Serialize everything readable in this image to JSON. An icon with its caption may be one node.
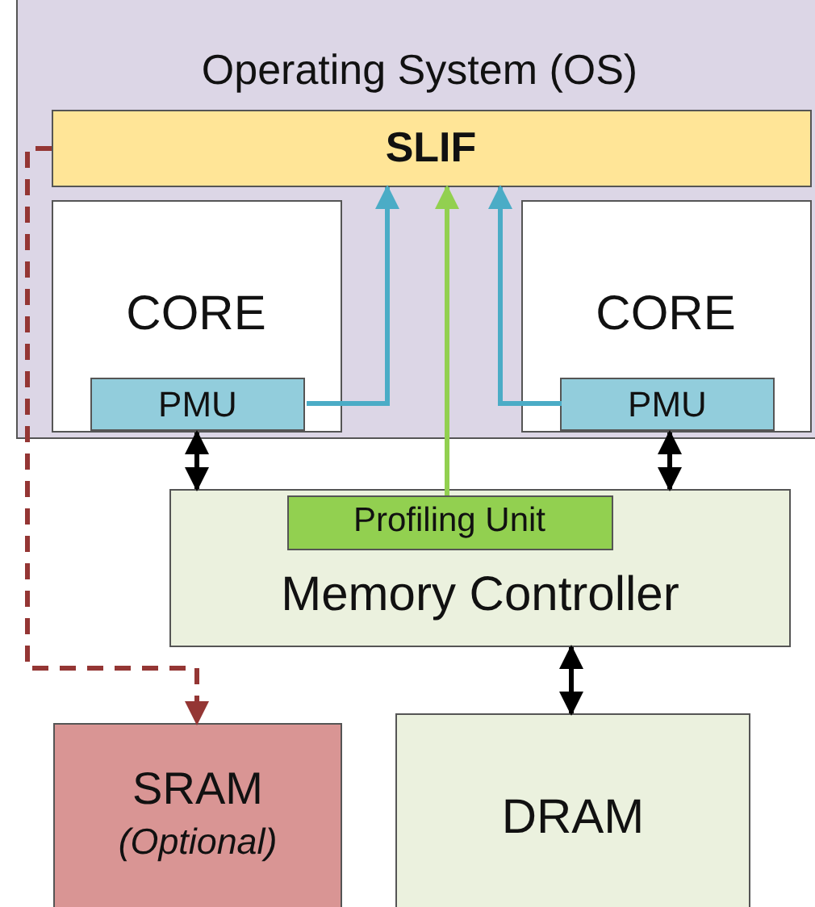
{
  "diagram": {
    "nodes": [
      {
        "text": [
          "Operating System (OS)"
        ]
      },
      {
        "text": [
          "SLIF"
        ],
        "in": 0
      },
      {
        "text": [
          "CORE"
        ],
        "in": 0
      },
      {
        "text": [
          "PMU"
        ],
        "in": 2
      },
      {
        "text": [
          "CORE"
        ],
        "in": 0
      },
      {
        "text": [
          "PMU"
        ],
        "in": 4
      },
      {
        "text": [
          "Memory Controller"
        ]
      },
      {
        "text": [
          "Profiling Unit"
        ],
        "in": 6
      },
      {
        "text": [
          "SRAM",
          "(Optional)"
        ]
      },
      {
        "text": [
          "DRAM"
        ]
      }
    ],
    "edges": [
      {
        "from": 3,
        "to": 1,
        "arrow": "to",
        "color": "#4bacc6"
      },
      {
        "from": 5,
        "to": 1,
        "arrow": "to",
        "color": "#4bacc6"
      },
      {
        "from": 7,
        "to": 1,
        "arrow": "to",
        "color": "#92d050"
      },
      {
        "from": 3,
        "to": 6,
        "arrow": "both"
      },
      {
        "from": 5,
        "to": 6,
        "arrow": "both"
      },
      {
        "from": 6,
        "to": 9,
        "arrow": "both"
      },
      {
        "from": 1,
        "to": 8,
        "arrow": "to",
        "style": "dashed",
        "color": "#943634"
      }
    ]
  }
}
